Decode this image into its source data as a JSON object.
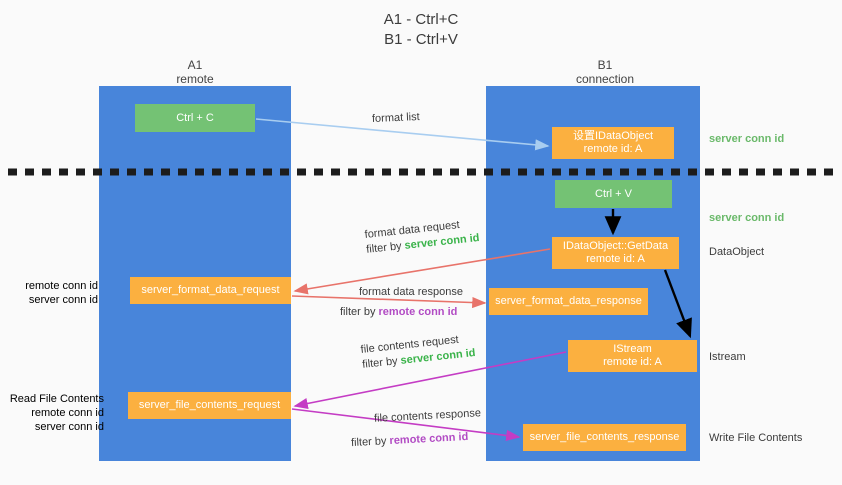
{
  "title": {
    "line1": "A1 - Ctrl+C",
    "line2": "B1 - Ctrl+V"
  },
  "columns": [
    {
      "name": "A1",
      "subtitle": "remote"
    },
    {
      "name": "B1",
      "subtitle": "connection"
    }
  ],
  "boxes": {
    "ctrl_c": "Ctrl + C",
    "ctrl_v": "Ctrl + V",
    "idataobject_line1": "设置IDataObject",
    "idataobject_line2": "remote id: A",
    "getdata_line1": "IDataObject::GetData",
    "getdata_line2": "remote id: A",
    "istream_line1": "IStream",
    "istream_line2": "remote id: A",
    "server_format_data_request": "server_format_data_request",
    "server_format_data_response": "server_format_data_response",
    "server_file_contents_request": "server_file_contents_request",
    "server_file_contents_response": "server_file_contents_response"
  },
  "flow_labels": {
    "format_list": "format list",
    "format_data_request": "format data request",
    "format_data_request_filter_prefix": "filter by ",
    "format_data_request_filter_value": "server conn id",
    "format_data_response": "format data response",
    "format_data_response_filter_prefix": "filter by ",
    "format_data_response_filter_value": "remote conn id",
    "file_contents_request": "file contents request",
    "file_contents_request_filter_prefix": "filter by ",
    "file_contents_request_filter_value": "server conn id",
    "file_contents_response": "file contents response",
    "file_contents_response_filter_prefix": "filter by ",
    "file_contents_response_filter_value": "remote conn id"
  },
  "right_annotations": {
    "server_conn_id_top": "server conn id",
    "server_conn_id_mid": "server conn id",
    "dataobject": "DataObject",
    "istream": "Istream",
    "write_file_contents": "Write File Contents"
  },
  "left_annotations": {
    "format_remote": "remote conn id",
    "format_server": "server conn id",
    "read_file_contents": "Read File Contents",
    "file_remote": "remote conn id",
    "file_server": "server conn id"
  },
  "colors": {
    "panel_blue": "#4885da",
    "box_green": "#74c274",
    "box_orange": "#fbb040",
    "arrow_light_blue": "#a8cdf0",
    "arrow_red": "#e8736a",
    "arrow_purple": "#c43cc4",
    "arrow_black": "#000000",
    "text_green": "#3ab34a",
    "text_purple": "#b24cc4",
    "background": "#fafafa"
  }
}
